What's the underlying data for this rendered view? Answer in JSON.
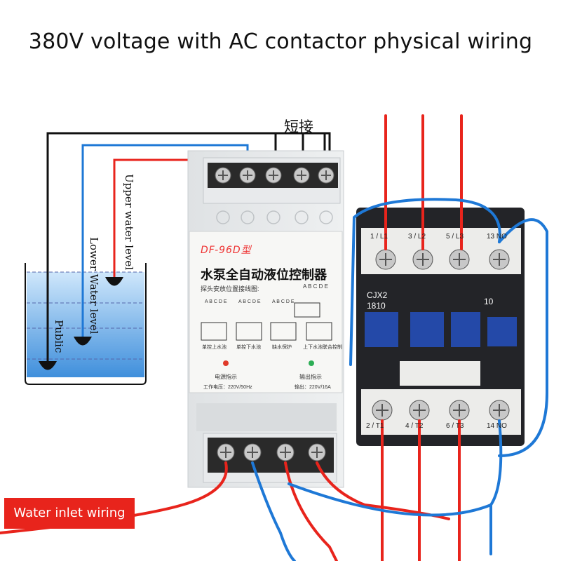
{
  "title": "380V voltage with AC contactor physical wiring",
  "short_circuit_label": "短接",
  "probe_labels": {
    "upper": "Upper water level",
    "lower": "Lower Water level",
    "public": "Public"
  },
  "inlet_label": "Water inlet wiring",
  "controller": {
    "model": "DF-96D型",
    "name": "水泵全自动液位控制器",
    "subtitle": "探头安放位置接线图:",
    "abc_de": "A B C   D E",
    "modes": [
      "单控上水池",
      "单控下水池",
      "缺水保护",
      "上下水池联合控制"
    ],
    "diagram_labels": [
      "A B C D E",
      "A B C D E",
      "A B C D E"
    ],
    "power_indicator": "电源指示",
    "output_indicator": "输出指示",
    "working_voltage": "工作电压：220V/50Hz",
    "output": "输出：220V/16A"
  },
  "contactor": {
    "model_line1": "CJX2",
    "model_line2": "1810",
    "rating": "10",
    "top_terminals": [
      "1 / L1",
      "3 / L2",
      "5 / L3",
      "13 NO"
    ],
    "bottom_terminals": [
      "2 / T1",
      "4 / T2",
      "6 / T3",
      "14 NO"
    ]
  },
  "colors": {
    "red_wire": "#e8241c",
    "blue_wire": "#1e78d6",
    "black_wire": "#111111",
    "contactor_body": "#232428",
    "contactor_button": "#2449a8",
    "water": "#5aa9e6",
    "label_bg": "#e8241c"
  }
}
